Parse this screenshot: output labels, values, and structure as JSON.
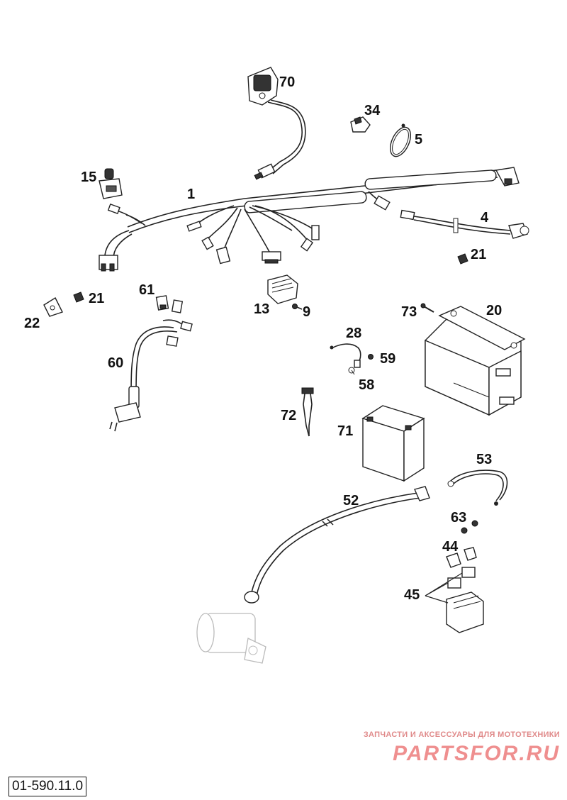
{
  "diagram_code": "01-590.11.0",
  "watermark": {
    "tagline": "ЗАПЧАСТИ И АКСЕССУАРЫ ДЛЯ МОТОТЕХНИКИ",
    "logo": "PARTSFOR.RU"
  },
  "callouts": {
    "p70": "70",
    "p34": "34",
    "p5": "5",
    "p15": "15",
    "p1": "1",
    "p4": "4",
    "p21a": "21",
    "p61": "61",
    "p21b": "21",
    "p22": "22",
    "p13": "13",
    "p9": "9",
    "p73": "73",
    "p20": "20",
    "p28": "28",
    "p59": "59",
    "p60": "60",
    "p58": "58",
    "p72": "72",
    "p71": "71",
    "p53": "53",
    "p52": "52",
    "p63": "63",
    "p44": "44",
    "p45": "45"
  }
}
